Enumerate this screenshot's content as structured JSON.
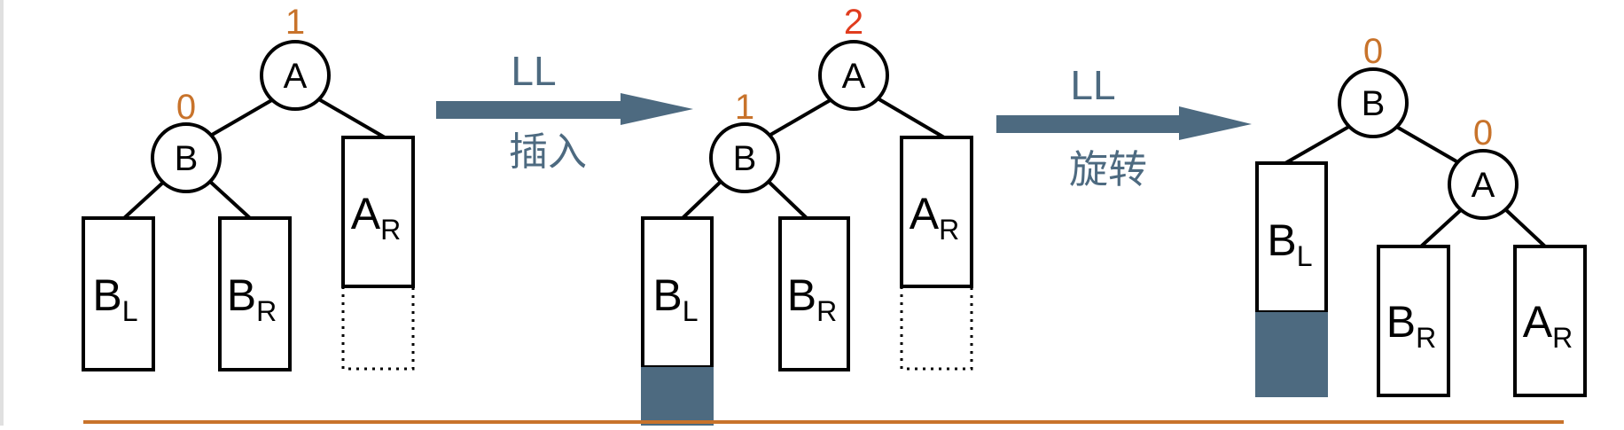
{
  "colors": {
    "balance_normal": "#c8732b",
    "balance_unbalanced": "#e03c1e",
    "arrow": "#4d6a80",
    "inserted_block": "#4d6a80",
    "baseline": "#c8732b",
    "left_border": "#e0e0e0"
  },
  "diagram": {
    "stage1": {
      "node_a": {
        "label": "A",
        "balance": "1"
      },
      "node_b": {
        "label": "B",
        "balance": "0"
      },
      "subtree_bl": {
        "main": "B",
        "sub": "L"
      },
      "subtree_br": {
        "main": "B",
        "sub": "R"
      },
      "subtree_ar": {
        "main": "A",
        "sub": "R"
      }
    },
    "arrow1": {
      "label": "LL",
      "caption": "插入"
    },
    "stage2": {
      "node_a": {
        "label": "A",
        "balance": "2"
      },
      "node_b": {
        "label": "B",
        "balance": "1"
      },
      "subtree_bl": {
        "main": "B",
        "sub": "L"
      },
      "subtree_br": {
        "main": "B",
        "sub": "R"
      },
      "subtree_ar": {
        "main": "A",
        "sub": "R"
      }
    },
    "arrow2": {
      "label": "LL",
      "caption": "旋转"
    },
    "stage3": {
      "node_b": {
        "label": "B",
        "balance": "0"
      },
      "node_a": {
        "label": "A",
        "balance": "0"
      },
      "subtree_bl": {
        "main": "B",
        "sub": "L"
      },
      "subtree_br": {
        "main": "B",
        "sub": "R"
      },
      "subtree_ar": {
        "main": "A",
        "sub": "R"
      }
    }
  }
}
